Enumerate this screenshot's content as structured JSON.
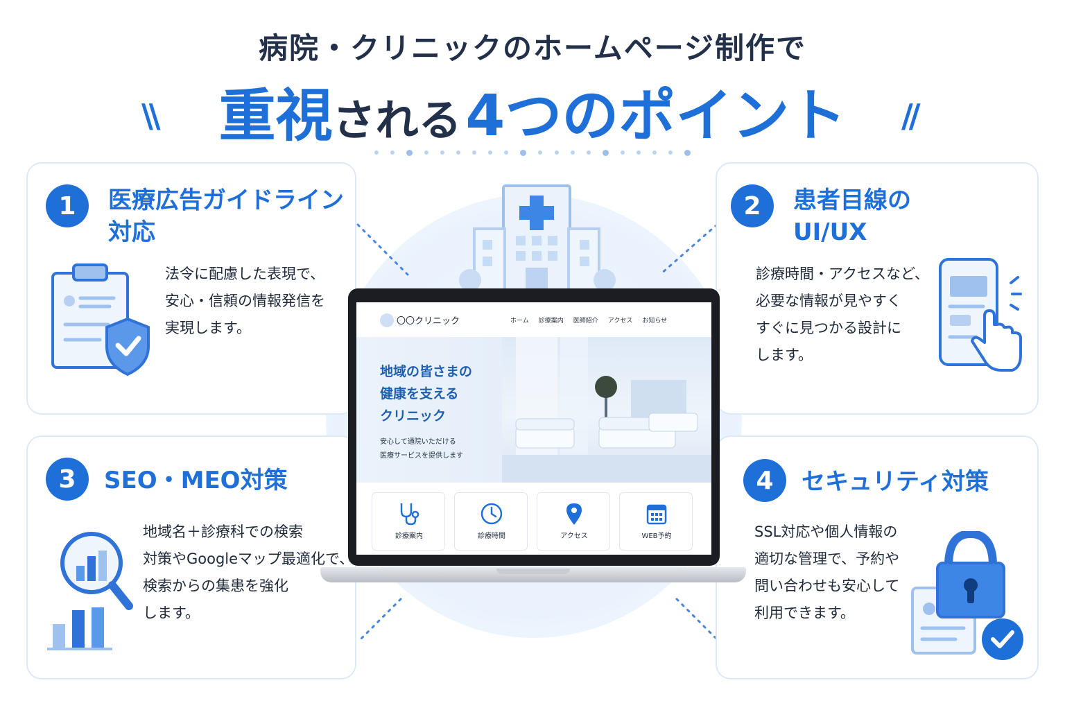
{
  "header": {
    "line1": "病院・クリニックのホームページ制作で",
    "line2_part1": "重視",
    "line2_part2": "される",
    "line2_part3": "4つのポイント",
    "slash_left": "\\\\",
    "slash_right": "//"
  },
  "points": [
    {
      "number": "1",
      "title_line1": "医療広告ガイドライン",
      "title_line2": "対応",
      "desc": [
        "法令に配慮した表現で、",
        "安心・信頼の情報発信を",
        "実現します。"
      ],
      "icon": "clipboard-shield-icon"
    },
    {
      "number": "2",
      "title_line1": "患者目線の",
      "title_line2": "UI/UX",
      "desc": [
        "診療時間・アクセスなど、",
        "必要な情報が見やすく",
        "すぐに見つかる設計に",
        "します。"
      ],
      "icon": "smartphone-tap-icon"
    },
    {
      "number": "3",
      "title_line1": "SEO・MEO対策",
      "desc": [
        "地域名＋診療科での検索",
        "対策やGoogleマップ最適化で、",
        "検索からの集患を強化",
        "します。"
      ],
      "icon": "magnifier-chart-icon"
    },
    {
      "number": "4",
      "title_line1": "セキュリティ対策",
      "desc": [
        "SSL対応や個人情報の",
        "適切な管理で、予約や",
        "問い合わせも安心して",
        "利用できます。"
      ],
      "icon": "padlock-check-icon"
    }
  ],
  "website": {
    "clinic_name": "〇〇クリニック",
    "nav": [
      "ホーム",
      "診療案内",
      "医師紹介",
      "アクセス",
      "お知らせ"
    ],
    "hero_title": [
      "地域の皆さまの",
      "健康を支える",
      "クリニック"
    ],
    "hero_sub": [
      "安心して通院いただける",
      "医療サービスを提供します"
    ],
    "services": [
      {
        "label": "診療案内",
        "icon": "stethoscope-icon"
      },
      {
        "label": "診療時間",
        "icon": "clock-icon"
      },
      {
        "label": "アクセス",
        "icon": "map-pin-icon"
      },
      {
        "label": "WEB予約",
        "icon": "calendar-icon"
      }
    ]
  },
  "colors": {
    "accent": "#1f6fd9",
    "dark_text": "#23304a",
    "card_border": "#dce9f8",
    "light_blue": "#eaf3fd"
  }
}
